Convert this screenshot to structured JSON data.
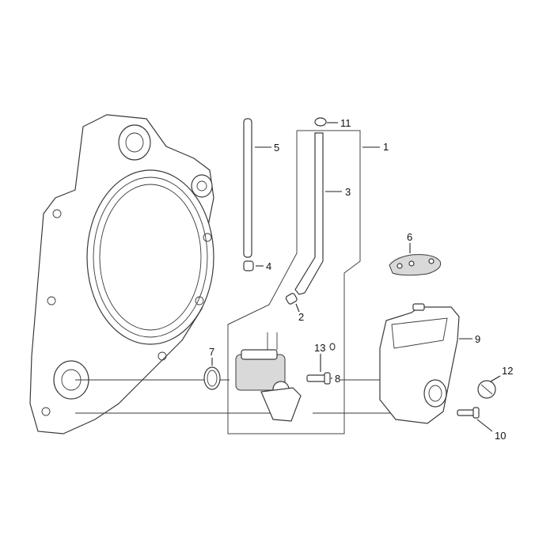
{
  "diagram": {
    "type": "exploded-parts-diagram",
    "callouts": {
      "c1": "1",
      "c2": "2",
      "c3": "3",
      "c4": "4",
      "c5": "5",
      "c6": "6",
      "c7": "7",
      "c8": "8",
      "c9": "9",
      "c10": "10",
      "c11": "11",
      "c12": "12",
      "c13": "13"
    },
    "colors": {
      "line": "#3a3a3a",
      "background": "#ffffff",
      "shade": "#d9d9d9"
    }
  }
}
